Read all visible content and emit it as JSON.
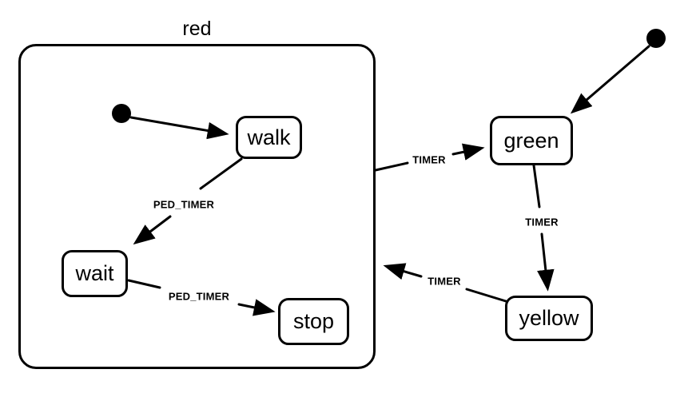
{
  "diagram": {
    "compound_state": {
      "label": "red"
    },
    "states": {
      "walk": {
        "label": "walk"
      },
      "wait": {
        "label": "wait"
      },
      "stop": {
        "label": "stop"
      },
      "green": {
        "label": "green"
      },
      "yellow": {
        "label": "yellow"
      }
    },
    "transitions": {
      "walk_to_wait": {
        "label": "PED_TIMER"
      },
      "wait_to_stop": {
        "label": "PED_TIMER"
      },
      "red_to_green": {
        "label": "TIMER"
      },
      "green_to_yellow": {
        "label": "TIMER"
      },
      "yellow_to_red": {
        "label": "TIMER"
      }
    },
    "colors": {
      "stroke": "#000000",
      "background": "#ffffff"
    }
  }
}
